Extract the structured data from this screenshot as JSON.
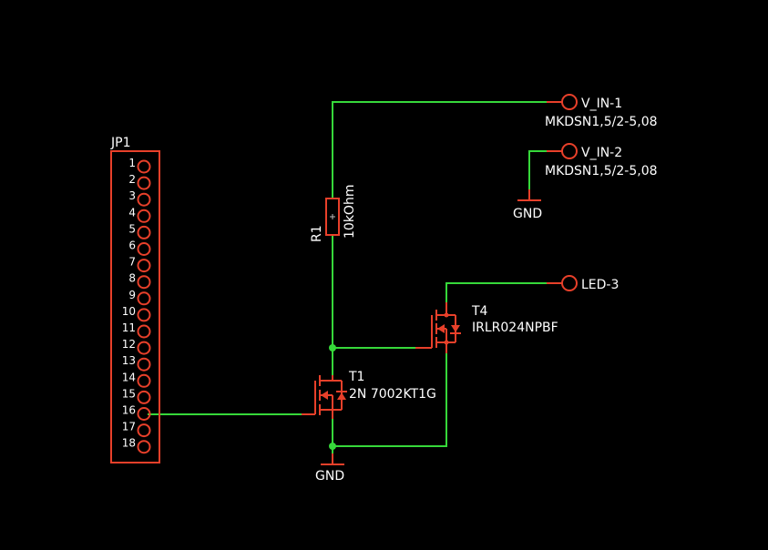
{
  "colors": {
    "background": "#000000",
    "part": "#e8402a",
    "wire": "#36d83a",
    "text": "#ffffff"
  },
  "connector": {
    "name": "JP1",
    "pins": [
      "1",
      "2",
      "3",
      "4",
      "5",
      "6",
      "7",
      "8",
      "9",
      "10",
      "11",
      "12",
      "13",
      "14",
      "15",
      "16",
      "17",
      "18"
    ]
  },
  "resistor": {
    "name": "R1",
    "value": "10kOhm"
  },
  "transistor_t1": {
    "name": "T1",
    "value": "2N 7002KT1G"
  },
  "transistor_t4": {
    "name": "T4",
    "value": "IRLR024NPBF"
  },
  "terminal_vin1": {
    "name": "V_IN-1",
    "value": "MKDSN1,5/2-5,08"
  },
  "terminal_vin2": {
    "name": "V_IN-2",
    "value": "MKDSN1,5/2-5,08"
  },
  "terminal_led3": {
    "name": "LED-3"
  },
  "gnd_top": {
    "label": "GND"
  },
  "gnd_bottom": {
    "label": "GND"
  }
}
